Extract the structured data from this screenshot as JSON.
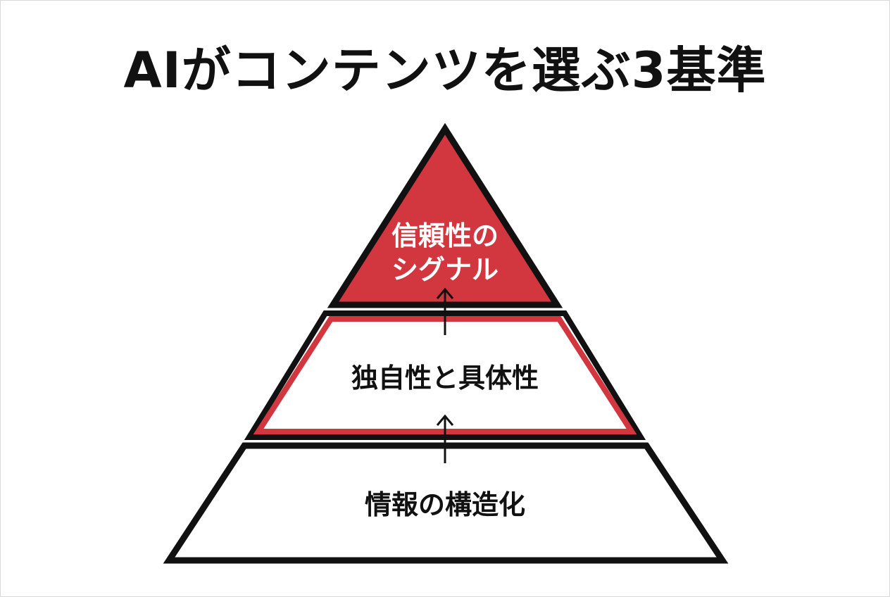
{
  "title": "AIがコンテンツを選ぶ3基準",
  "tiers": {
    "top": {
      "label_line1": "信頼性の",
      "label_line2": "シグナル"
    },
    "middle": {
      "label": "独自性と具体性"
    },
    "bottom": {
      "label": "情報の構造化"
    }
  },
  "colors": {
    "accent": "#d2363f",
    "outline": "#111111",
    "background": "#ffffff",
    "top_text": "#ffffff",
    "tier_text": "#111111"
  }
}
